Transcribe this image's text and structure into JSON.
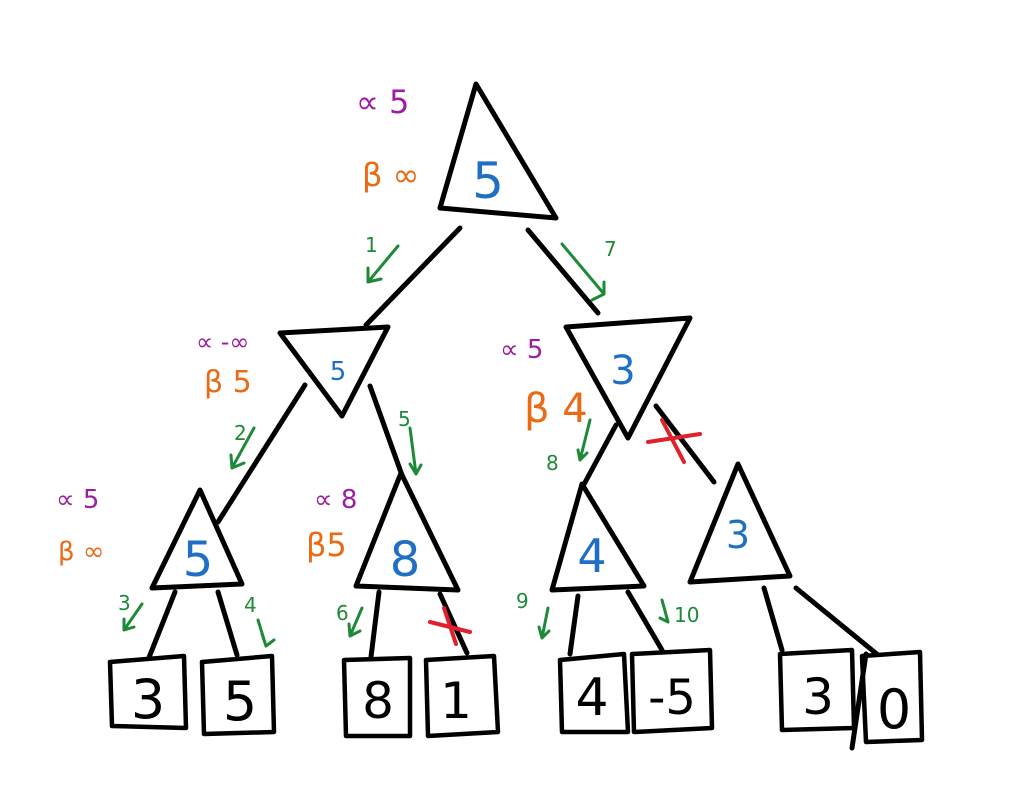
{
  "nodes": {
    "root": {
      "value": "5",
      "alpha": "∝ 5",
      "beta": "β ∞"
    },
    "min_left": {
      "value": "5",
      "alpha": "∝ -∞",
      "beta": "β 5"
    },
    "min_right": {
      "value": "3",
      "alpha": "∝ 5",
      "beta": "β 4"
    },
    "max_1": {
      "value": "5",
      "alpha": "∝ 5",
      "beta": "β ∞"
    },
    "max_2": {
      "value": "8",
      "alpha": "∝ 8",
      "beta": "β5"
    },
    "max_3": {
      "value": "4"
    },
    "max_4": {
      "value": "3"
    }
  },
  "leaves": [
    "3",
    "5",
    "8",
    "1",
    "4",
    "-5",
    "3",
    "0"
  ],
  "visit_order": [
    "1",
    "2",
    "3",
    "4",
    "5",
    "6",
    "7",
    "8",
    "9",
    "10"
  ],
  "colors": {
    "node_value": "#1f6fc4",
    "alpha": "#9b1fa0",
    "beta": "#ea6a16",
    "visit_order": "#1e8a38",
    "prune_cross": "#e0202a"
  }
}
